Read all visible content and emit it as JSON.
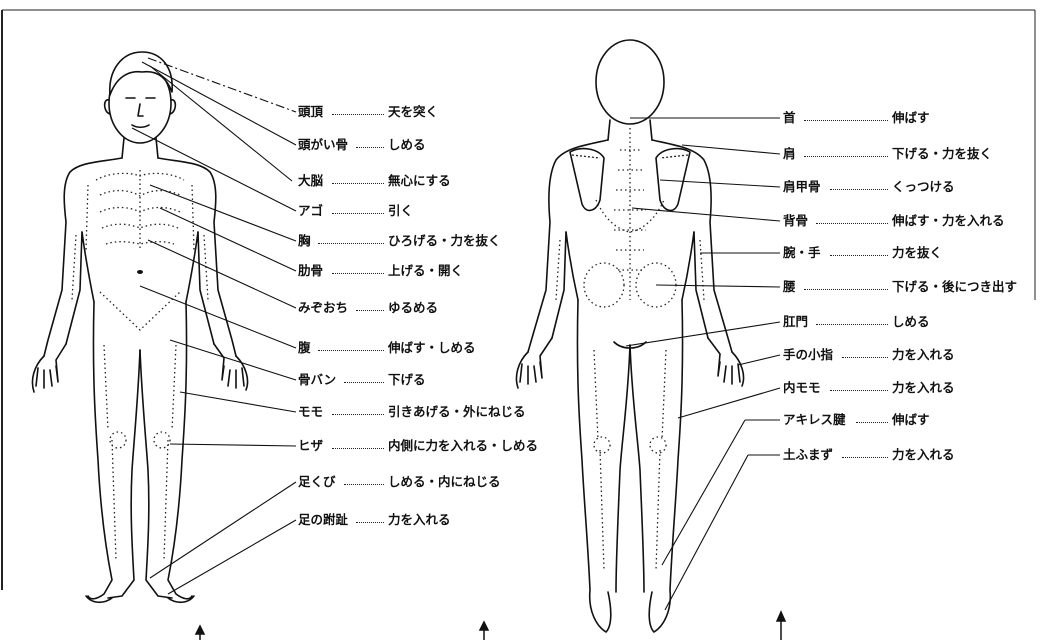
{
  "front_labels": [
    {
      "part": "頭頂",
      "action": "天を突く"
    },
    {
      "part": "頭がい骨",
      "action": "しめる"
    },
    {
      "part": "大脳",
      "action": "無心にする"
    },
    {
      "part": "アゴ",
      "action": "引く"
    },
    {
      "part": "胸",
      "action": "ひろげる・力を抜く"
    },
    {
      "part": "肋骨",
      "action": "上げる・開く"
    },
    {
      "part": "みぞおち",
      "action": "ゆるめる"
    },
    {
      "part": "腹",
      "action": "伸ばす・しめる"
    },
    {
      "part": "骨バン",
      "action": "下げる"
    },
    {
      "part": "モモ",
      "action": "引きあげる・外にねじる"
    },
    {
      "part": "ヒザ",
      "action": "内側に力を入れる・しめる"
    },
    {
      "part": "足くび",
      "action": "しめる・内にねじる"
    },
    {
      "part": "足の跗趾",
      "action": "力を入れる"
    }
  ],
  "back_labels": [
    {
      "part": "首",
      "action": "伸ばす"
    },
    {
      "part": "肩",
      "action": "下げる・力を抜く"
    },
    {
      "part": "肩甲骨",
      "action": "くっつける"
    },
    {
      "part": "背骨",
      "action": "伸ばす・力を入れる"
    },
    {
      "part": "腕・手",
      "action": "力を抜く"
    },
    {
      "part": "腰",
      "action": "下げる・後につき出す"
    },
    {
      "part": "肛門",
      "action": "しめる"
    },
    {
      "part": "手の小指",
      "action": "力を入れる"
    },
    {
      "part": "内モモ",
      "action": "力を入れる"
    },
    {
      "part": "アキレス腱",
      "action": "伸ばす"
    },
    {
      "part": "土ふまず",
      "action": "力を入れる"
    }
  ]
}
